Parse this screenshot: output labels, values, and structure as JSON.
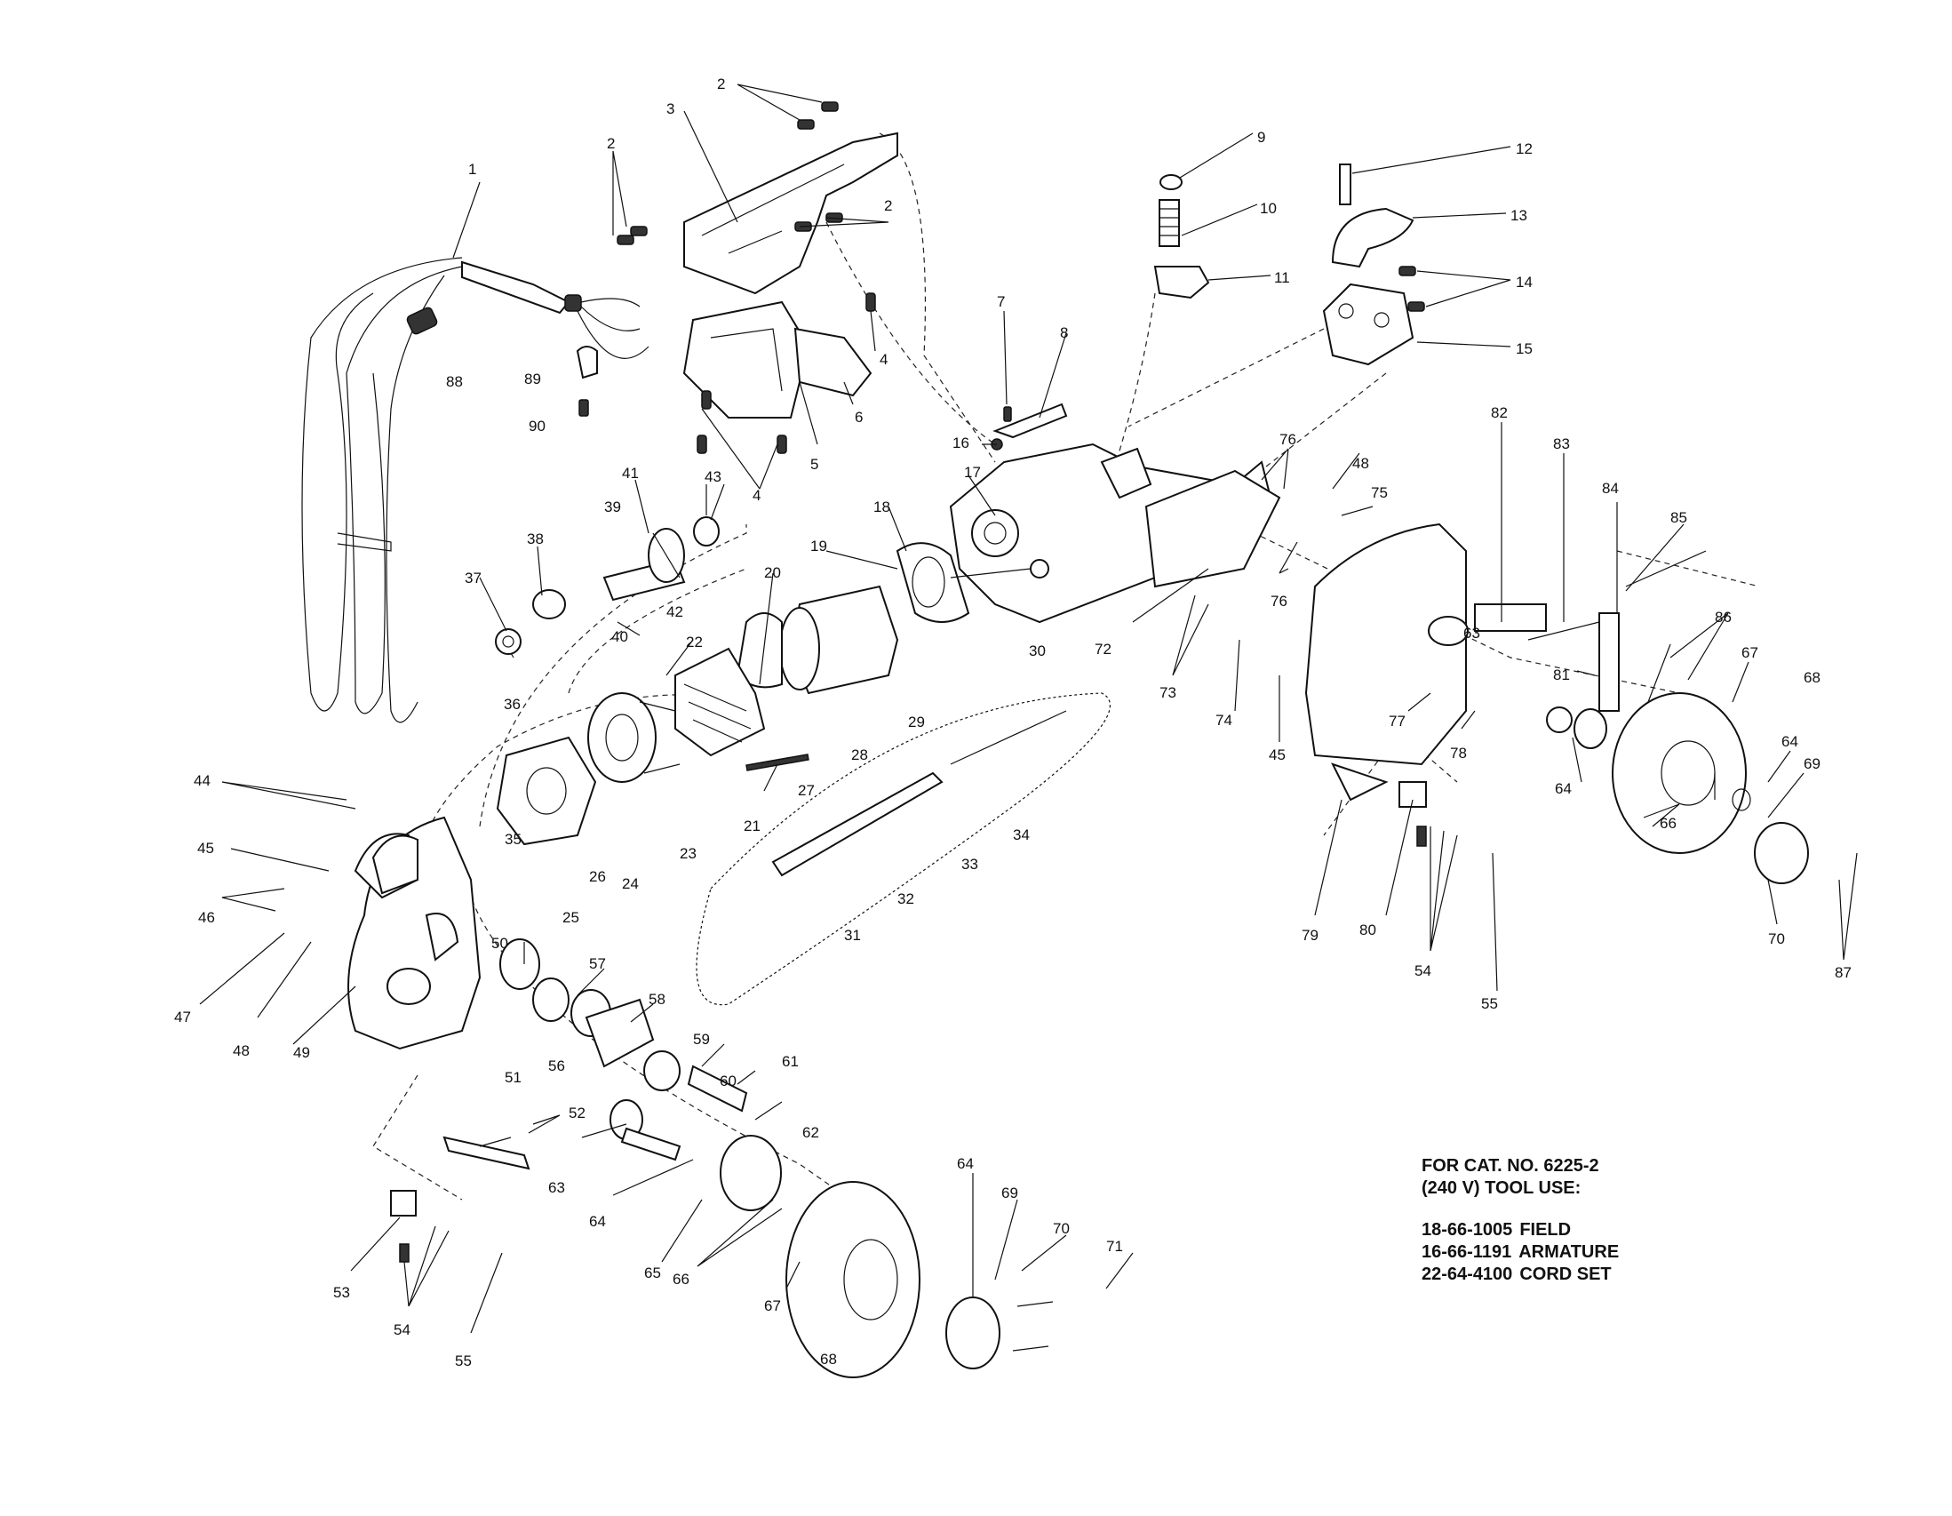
{
  "note": {
    "heading_line1": "FOR CAT. NO. 6225-2",
    "heading_line2": "(240 V) TOOL USE:",
    "rows": [
      {
        "part": "18-66-1005",
        "name": "FIELD"
      },
      {
        "part": "16-66-1191",
        "name": "ARMATURE"
      },
      {
        "part": "22-64-4100",
        "name": "CORD SET"
      }
    ]
  },
  "callouts": [
    {
      "id": "c1",
      "text": "1"
    },
    {
      "id": "c2a",
      "text": "2"
    },
    {
      "id": "c2b",
      "text": "2"
    },
    {
      "id": "c2c",
      "text": "2"
    },
    {
      "id": "c3",
      "text": "3"
    },
    {
      "id": "c4a",
      "text": "4"
    },
    {
      "id": "c4b",
      "text": "4"
    },
    {
      "id": "c5",
      "text": "5"
    },
    {
      "id": "c6",
      "text": "6"
    },
    {
      "id": "c7",
      "text": "7"
    },
    {
      "id": "c8",
      "text": "8"
    },
    {
      "id": "c9",
      "text": "9"
    },
    {
      "id": "c10",
      "text": "10"
    },
    {
      "id": "c11",
      "text": "11"
    },
    {
      "id": "c12",
      "text": "12"
    },
    {
      "id": "c13",
      "text": "13"
    },
    {
      "id": "c14",
      "text": "14"
    },
    {
      "id": "c15",
      "text": "15"
    },
    {
      "id": "c16",
      "text": "16"
    },
    {
      "id": "c17",
      "text": "17"
    },
    {
      "id": "c18",
      "text": "18"
    },
    {
      "id": "c19",
      "text": "19"
    },
    {
      "id": "c20",
      "text": "20"
    },
    {
      "id": "c21",
      "text": "21"
    },
    {
      "id": "c22",
      "text": "22"
    },
    {
      "id": "c23",
      "text": "23"
    },
    {
      "id": "c24",
      "text": "24"
    },
    {
      "id": "c25",
      "text": "25"
    },
    {
      "id": "c26",
      "text": "26"
    },
    {
      "id": "c27",
      "text": "27"
    },
    {
      "id": "c28",
      "text": "28"
    },
    {
      "id": "c29",
      "text": "29"
    },
    {
      "id": "c30",
      "text": "30"
    },
    {
      "id": "c31",
      "text": "31"
    },
    {
      "id": "c32",
      "text": "32"
    },
    {
      "id": "c33",
      "text": "33"
    },
    {
      "id": "c34",
      "text": "34"
    },
    {
      "id": "c35",
      "text": "35"
    },
    {
      "id": "c36",
      "text": "36"
    },
    {
      "id": "c37",
      "text": "37"
    },
    {
      "id": "c38",
      "text": "38"
    },
    {
      "id": "c39",
      "text": "39"
    },
    {
      "id": "c40",
      "text": "40"
    },
    {
      "id": "c41",
      "text": "41"
    },
    {
      "id": "c42",
      "text": "42"
    },
    {
      "id": "c43",
      "text": "43"
    },
    {
      "id": "c44",
      "text": "44"
    },
    {
      "id": "c45a",
      "text": "45"
    },
    {
      "id": "c45b",
      "text": "45"
    },
    {
      "id": "c46",
      "text": "46"
    },
    {
      "id": "c47",
      "text": "47"
    },
    {
      "id": "c48a",
      "text": "48"
    },
    {
      "id": "c48b",
      "text": "48"
    },
    {
      "id": "c49",
      "text": "49"
    },
    {
      "id": "c50",
      "text": "50"
    },
    {
      "id": "c51",
      "text": "51"
    },
    {
      "id": "c52",
      "text": "52"
    },
    {
      "id": "c53",
      "text": "53"
    },
    {
      "id": "c54a",
      "text": "54"
    },
    {
      "id": "c54b",
      "text": "54"
    },
    {
      "id": "c55a",
      "text": "55"
    },
    {
      "id": "c55b",
      "text": "55"
    },
    {
      "id": "c56",
      "text": "56"
    },
    {
      "id": "c57",
      "text": "57"
    },
    {
      "id": "c58",
      "text": "58"
    },
    {
      "id": "c59",
      "text": "59"
    },
    {
      "id": "c60",
      "text": "60"
    },
    {
      "id": "c61",
      "text": "61"
    },
    {
      "id": "c62",
      "text": "62"
    },
    {
      "id": "c63a",
      "text": "63"
    },
    {
      "id": "c63b",
      "text": "63"
    },
    {
      "id": "c64a",
      "text": "64"
    },
    {
      "id": "c64b",
      "text": "64"
    },
    {
      "id": "c64c",
      "text": "64"
    },
    {
      "id": "c64d",
      "text": "64"
    },
    {
      "id": "c65",
      "text": "65"
    },
    {
      "id": "c66a",
      "text": "66"
    },
    {
      "id": "c66b",
      "text": "66"
    },
    {
      "id": "c67a",
      "text": "67"
    },
    {
      "id": "c67b",
      "text": "67"
    },
    {
      "id": "c68a",
      "text": "68"
    },
    {
      "id": "c68b",
      "text": "68"
    },
    {
      "id": "c69a",
      "text": "69"
    },
    {
      "id": "c69b",
      "text": "69"
    },
    {
      "id": "c70a",
      "text": "70"
    },
    {
      "id": "c70b",
      "text": "70"
    },
    {
      "id": "c71",
      "text": "71"
    },
    {
      "id": "c72",
      "text": "72"
    },
    {
      "id": "c73",
      "text": "73"
    },
    {
      "id": "c74",
      "text": "74"
    },
    {
      "id": "c75",
      "text": "75"
    },
    {
      "id": "c76a",
      "text": "76"
    },
    {
      "id": "c76b",
      "text": "76"
    },
    {
      "id": "c77",
      "text": "77"
    },
    {
      "id": "c78",
      "text": "78"
    },
    {
      "id": "c79",
      "text": "79"
    },
    {
      "id": "c80",
      "text": "80"
    },
    {
      "id": "c81",
      "text": "81"
    },
    {
      "id": "c82",
      "text": "82"
    },
    {
      "id": "c83",
      "text": "83"
    },
    {
      "id": "c84",
      "text": "84"
    },
    {
      "id": "c85",
      "text": "85"
    },
    {
      "id": "c86",
      "text": "86"
    },
    {
      "id": "c87",
      "text": "87"
    },
    {
      "id": "c88",
      "text": "88"
    },
    {
      "id": "c89",
      "text": "89"
    },
    {
      "id": "c90",
      "text": "90"
    }
  ]
}
